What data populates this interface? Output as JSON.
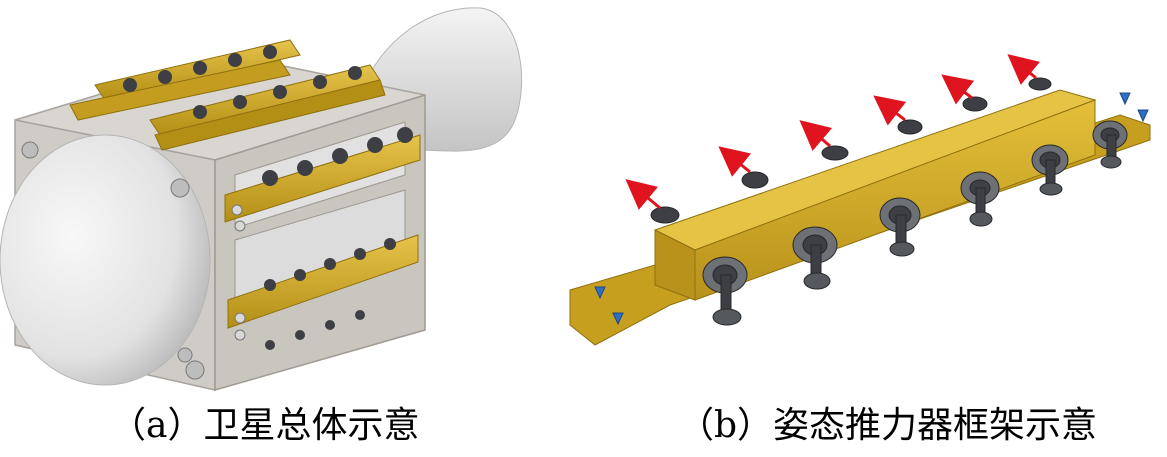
{
  "figure": {
    "panels": [
      {
        "id": "a",
        "caption": "（a）卫星总体示意"
      },
      {
        "id": "b",
        "caption": "（b）姿态推力器框架示意"
      }
    ]
  },
  "colors": {
    "frame_gold": "#d4ae2a",
    "frame_gold_dark": "#9c7d12",
    "body_white": "#e9e9e9",
    "body_shade": "#bdbdbd",
    "nozzle_dark": "#3d3f44",
    "nozzle_mid": "#6d7075",
    "force_arrow": "#e0141e",
    "support_marker": "#2d6fc4"
  },
  "icons": {
    "force": "red-arrow-icon",
    "support": "blue-cone-marker-icon"
  }
}
